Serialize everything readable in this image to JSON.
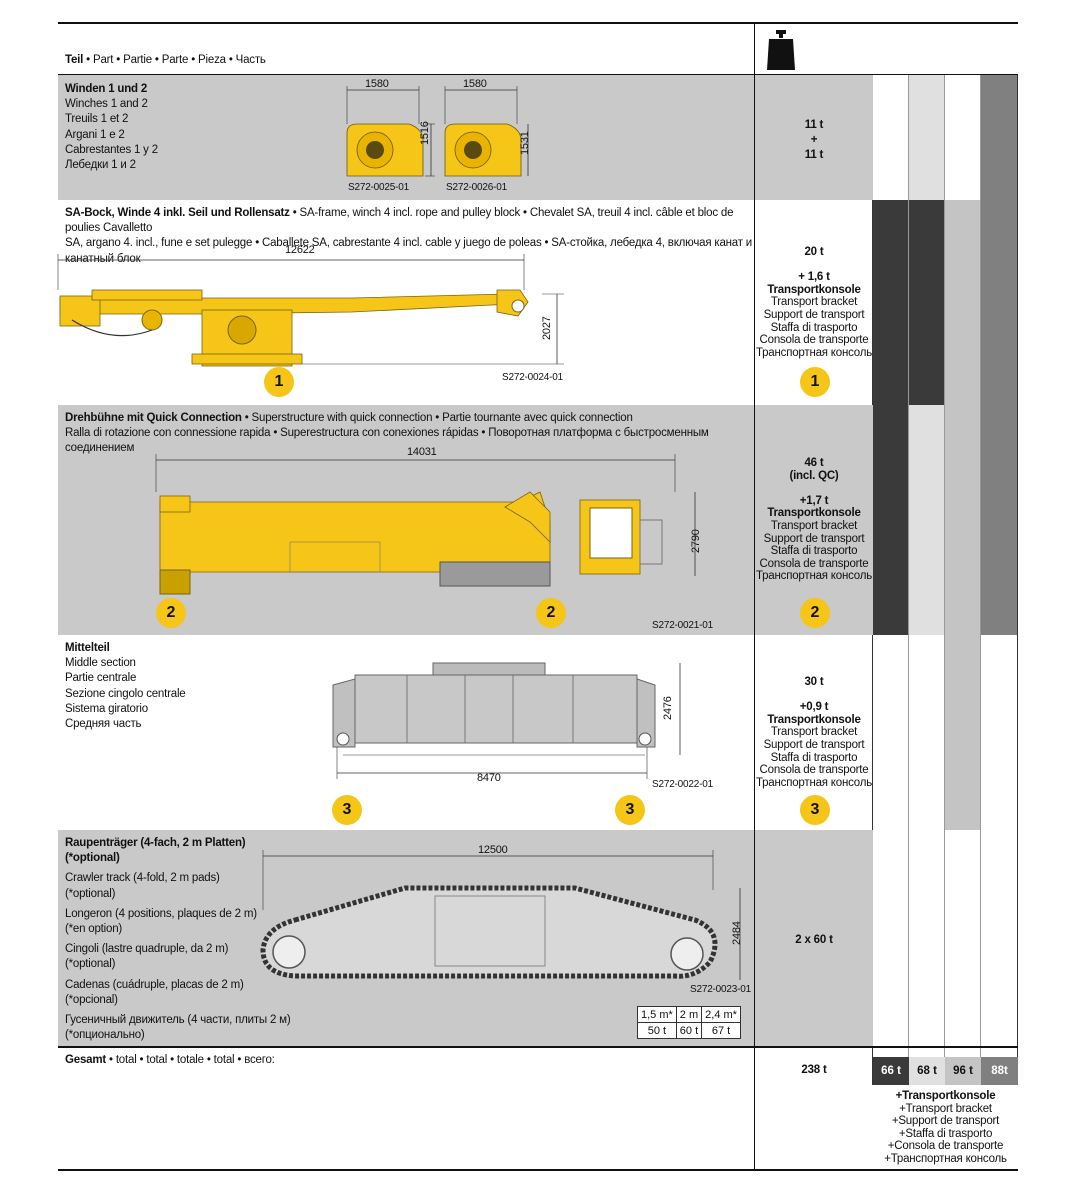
{
  "header": {
    "teil_bold": "Teil",
    "teil_rest": " • Part • Partie • Parte • Pieza • Часть"
  },
  "rows": {
    "winches": {
      "title": "Winden 1 und 2",
      "lines": [
        "Winches 1 and 2",
        "Treuils 1 et 2",
        "Argani 1 e 2",
        "Cabrestantes 1 y 2",
        "Лебедки 1 и 2"
      ],
      "weight": [
        "11 t",
        "+",
        "11 t"
      ],
      "dims": [
        "1580",
        "1516",
        "1580",
        "1531"
      ],
      "codes": [
        "S272-0025-01",
        "S272-0026-01"
      ]
    },
    "saframe": {
      "title": "SA-Bock, Winde 4 inkl. Seil und Rollensatz",
      "title_rest": " • SA-frame, winch 4 incl. rope and pulley block • Chevalet SA, treuil 4 incl. câble et bloc de poulies Cavalletto",
      "line2": "SA, argano 4. incl., fune e set pulegge • Caballete SA, cabrestante 4 incl. cable y juego de poleas • SA-стойка, лебедка 4, включая канат и канатный блок",
      "dims": [
        "12622",
        "2027"
      ],
      "code": "S272-0024-01",
      "badge": "1",
      "weight": "20 t",
      "add": "+ 1,6 t",
      "bracket": [
        "Transportkonsole",
        "Transport bracket",
        "Support de transport",
        "Staffa di trasporto",
        "Consola de transporte",
        "Транспортная консоль"
      ],
      "wbadge": "1"
    },
    "superstructure": {
      "title": "Drehbühne mit Quick Connection",
      "title_rest": " • Superstructure with quick connection • Partie tournante avec quick connection",
      "line2": "Ralla di rotazione con connessione rapida • Superestructura con conexiones rápidas • Поворотная платформа с быстросменным соединением",
      "dims": [
        "14031",
        "2790"
      ],
      "code": "S272-0021-01",
      "badges": [
        "2",
        "2"
      ],
      "weight": [
        "46 t",
        "(incl. QC)"
      ],
      "add": "+1,7 t",
      "bracket": [
        "Transportkonsole",
        "Transport bracket",
        "Support de transport",
        "Staffa di trasporto",
        "Consola de transporte",
        "Транспортная консоль"
      ],
      "wbadge": "2"
    },
    "middle": {
      "title": "Mittelteil",
      "lines": [
        "Middle section",
        "Partie centrale",
        "Sezione cingolo centrale",
        "Sistema giratorio",
        "Средняя часть"
      ],
      "dims": [
        "8470",
        "2476"
      ],
      "code": "S272-0022-01",
      "badges": [
        "3",
        "3"
      ],
      "weight": "30 t",
      "add": "+0,9 t",
      "bracket": [
        "Transportkonsole",
        "Transport bracket",
        "Support de transport",
        "Staffa di trasporto",
        "Consola de transporte",
        "Транспортная консоль"
      ],
      "wbadge": "3"
    },
    "crawler": {
      "title": [
        "Raupenträger (4-fach, 2 m Platten)",
        "(*optional)"
      ],
      "lines": [
        [
          "Crawler track (4-fold, 2 m pads)",
          "(*optional)"
        ],
        [
          "Longeron (4 positions, plaques de 2 m)",
          "(*en option)"
        ],
        [
          "Cingoli (lastre quadruple, da 2 m)",
          "(*optional)"
        ],
        [
          "Cadenas (cuádruple, placas de 2 m)",
          "(*opcional)"
        ],
        [
          "Гусеничный движитель (4 части, плиты 2 м)",
          "(*опционально)"
        ]
      ],
      "dims": [
        "12500",
        "2484"
      ],
      "code": "S272-0023-01",
      "weight": "2 x 60 t",
      "pads": {
        "head": [
          "1,5 m*",
          "2 m",
          "2,4 m*"
        ],
        "vals": [
          "50 t",
          "60 t",
          "67 t"
        ]
      }
    }
  },
  "total": {
    "label_bold": "Gesamt",
    "label_rest": " • total • total • totale • total • всего:",
    "weight": "238 t",
    "cols": [
      "66 t",
      "68 t",
      "96 t",
      "88t"
    ],
    "bracket": [
      "+Transportkonsole",
      "+Transport bracket",
      "+Support de transport",
      "+Staffa di trasporto",
      "+Consola de transporte",
      "+Транспортная консоль"
    ]
  },
  "colors": {
    "yellow": "#f5c518",
    "grey_row": "#c9c9c9",
    "col1": "#3a3a3a",
    "col2": "#e0e0e0",
    "col3": "#c4c4c4",
    "col4": "#808080"
  }
}
